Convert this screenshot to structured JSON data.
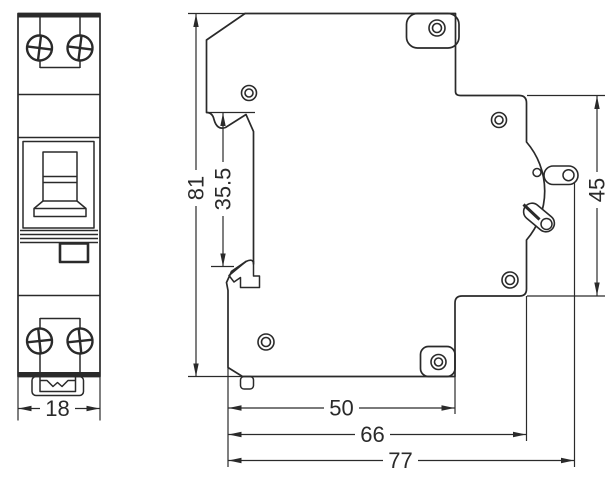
{
  "colors": {
    "line": "#2a2a2a",
    "background": "#ffffff"
  },
  "views": {
    "front": {
      "dimensions": {
        "width_mm": "18"
      }
    },
    "side": {
      "dimensions": {
        "overall_height_mm": "81",
        "din_clip_span_mm": "35.5",
        "front_face_height_mm": "45",
        "depth_to_lower_step_mm": "50",
        "depth_to_front_face_mm": "66",
        "overall_depth_mm": "77"
      }
    }
  }
}
